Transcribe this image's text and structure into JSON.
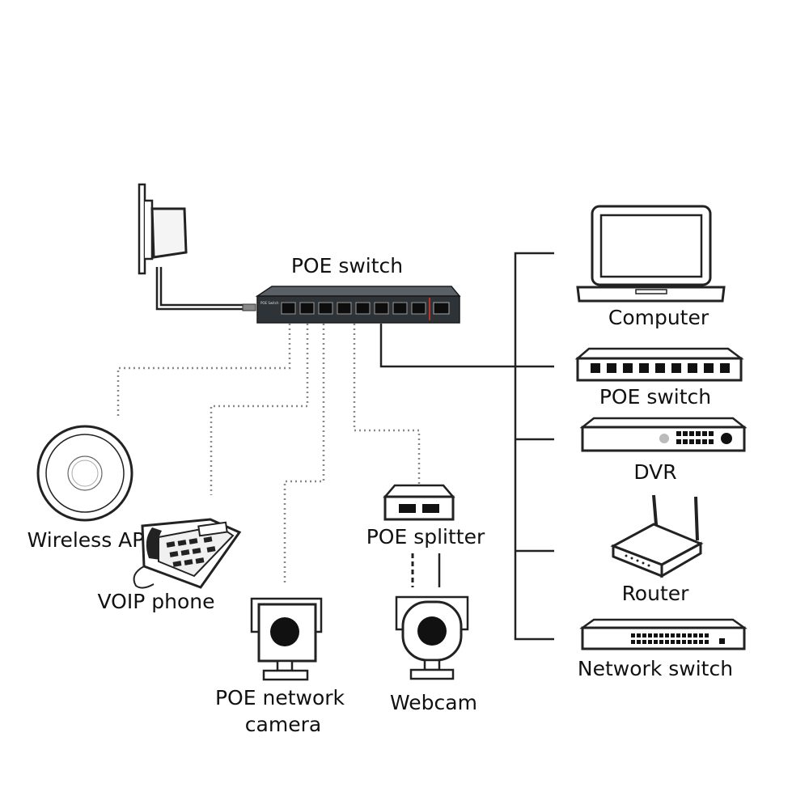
{
  "labels": {
    "main_switch": "POE switch",
    "main_switch_badge": "POE Switch",
    "computer": "Computer",
    "poe_switch": "POE switch",
    "dvr": "DVR",
    "router": "Router",
    "network_switch": "Network switch",
    "wireless_ap": "Wireless AP",
    "voip_phone": "VOIP phone",
    "poe_splitter": "POE splitter",
    "poe_camera_line1": "POE network",
    "poe_camera_line2": "camera",
    "webcam": "Webcam"
  },
  "colors": {
    "switch_body": "#2e3338",
    "switch_port": "#0d0d0d",
    "uplink_accent": "#b8342c",
    "line": "#222222",
    "dotted_line": "#888888"
  }
}
